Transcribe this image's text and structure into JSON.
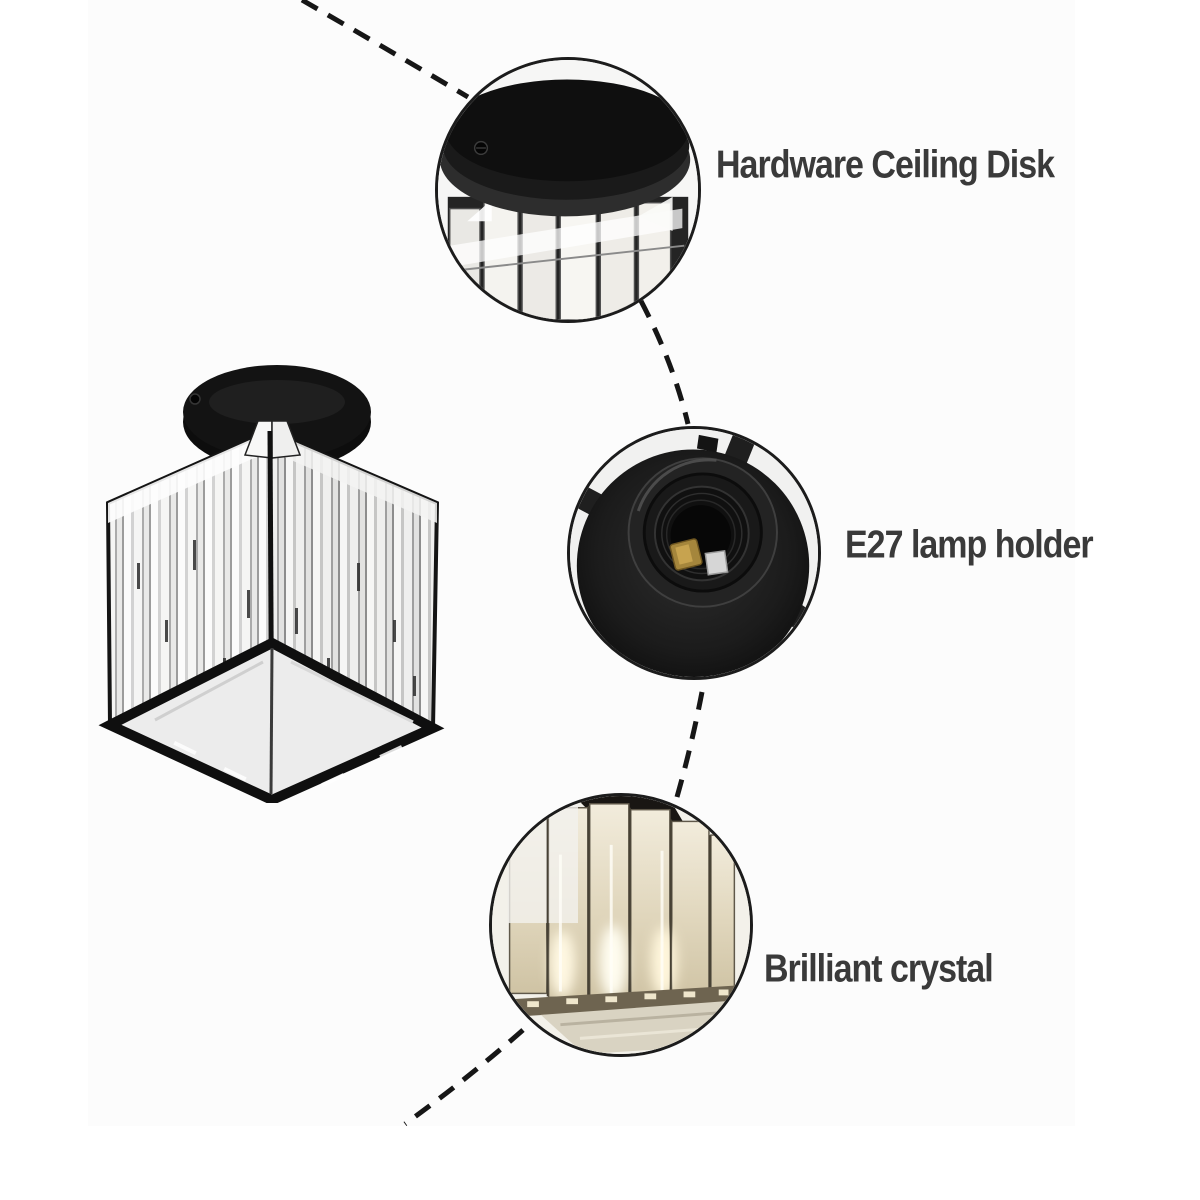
{
  "canvas": {
    "background": "#ffffff",
    "photo_background": "#fcfcfc"
  },
  "callouts": [
    {
      "feature": "hardware-ceiling-disk",
      "label": "Hardware Ceiling Disk"
    },
    {
      "feature": "e27-lamp-holder",
      "label": "E27 lamp holder"
    },
    {
      "feature": "brilliant-crystal",
      "label": "Brilliant crystal"
    }
  ],
  "palette": {
    "label_text": "#3a3a3a",
    "dashed_line": "#161616",
    "circle_border": "#1c1c1c",
    "metal_black": "#111111",
    "crystal_neutral": "#f1f1ef",
    "crystal_warm": "#e3d9c0",
    "brass_contact": "#a5863c"
  }
}
